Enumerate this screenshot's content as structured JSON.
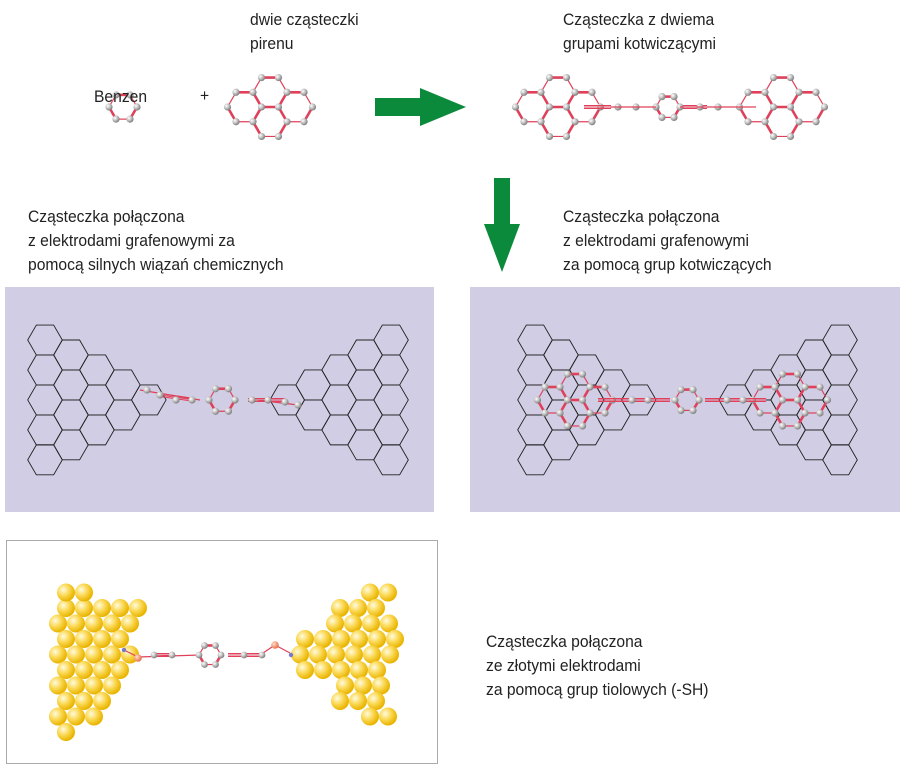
{
  "top": {
    "benzene_label": "Benzen",
    "plus": "+",
    "pyrene_label": [
      "dwie cząsteczki",
      "pirenu"
    ],
    "product_label": [
      "Cząsteczka z dwiema",
      "grupami kotwiczącymi"
    ]
  },
  "middle": {
    "left_label": [
      "Cząsteczka połączona",
      "z elektrodami grafenowymi za",
      "pomocą silnych wiązań chemicznych"
    ],
    "right_label": [
      "Cząsteczka połączona",
      "z elektrodami grafenowymi",
      "za pomocą grup kotwiczących"
    ]
  },
  "bottom": {
    "gold_label": [
      "Cząsteczka połączona",
      "ze złotymi elektrodami",
      "za pomocą grup tiolowych (-SH)"
    ]
  },
  "colors": {
    "panel": "#d1cde4",
    "arrow": "#0a8a3a",
    "bond": "#e0405a",
    "atom": "#b8b8b8",
    "gold": "#f5c92a"
  }
}
